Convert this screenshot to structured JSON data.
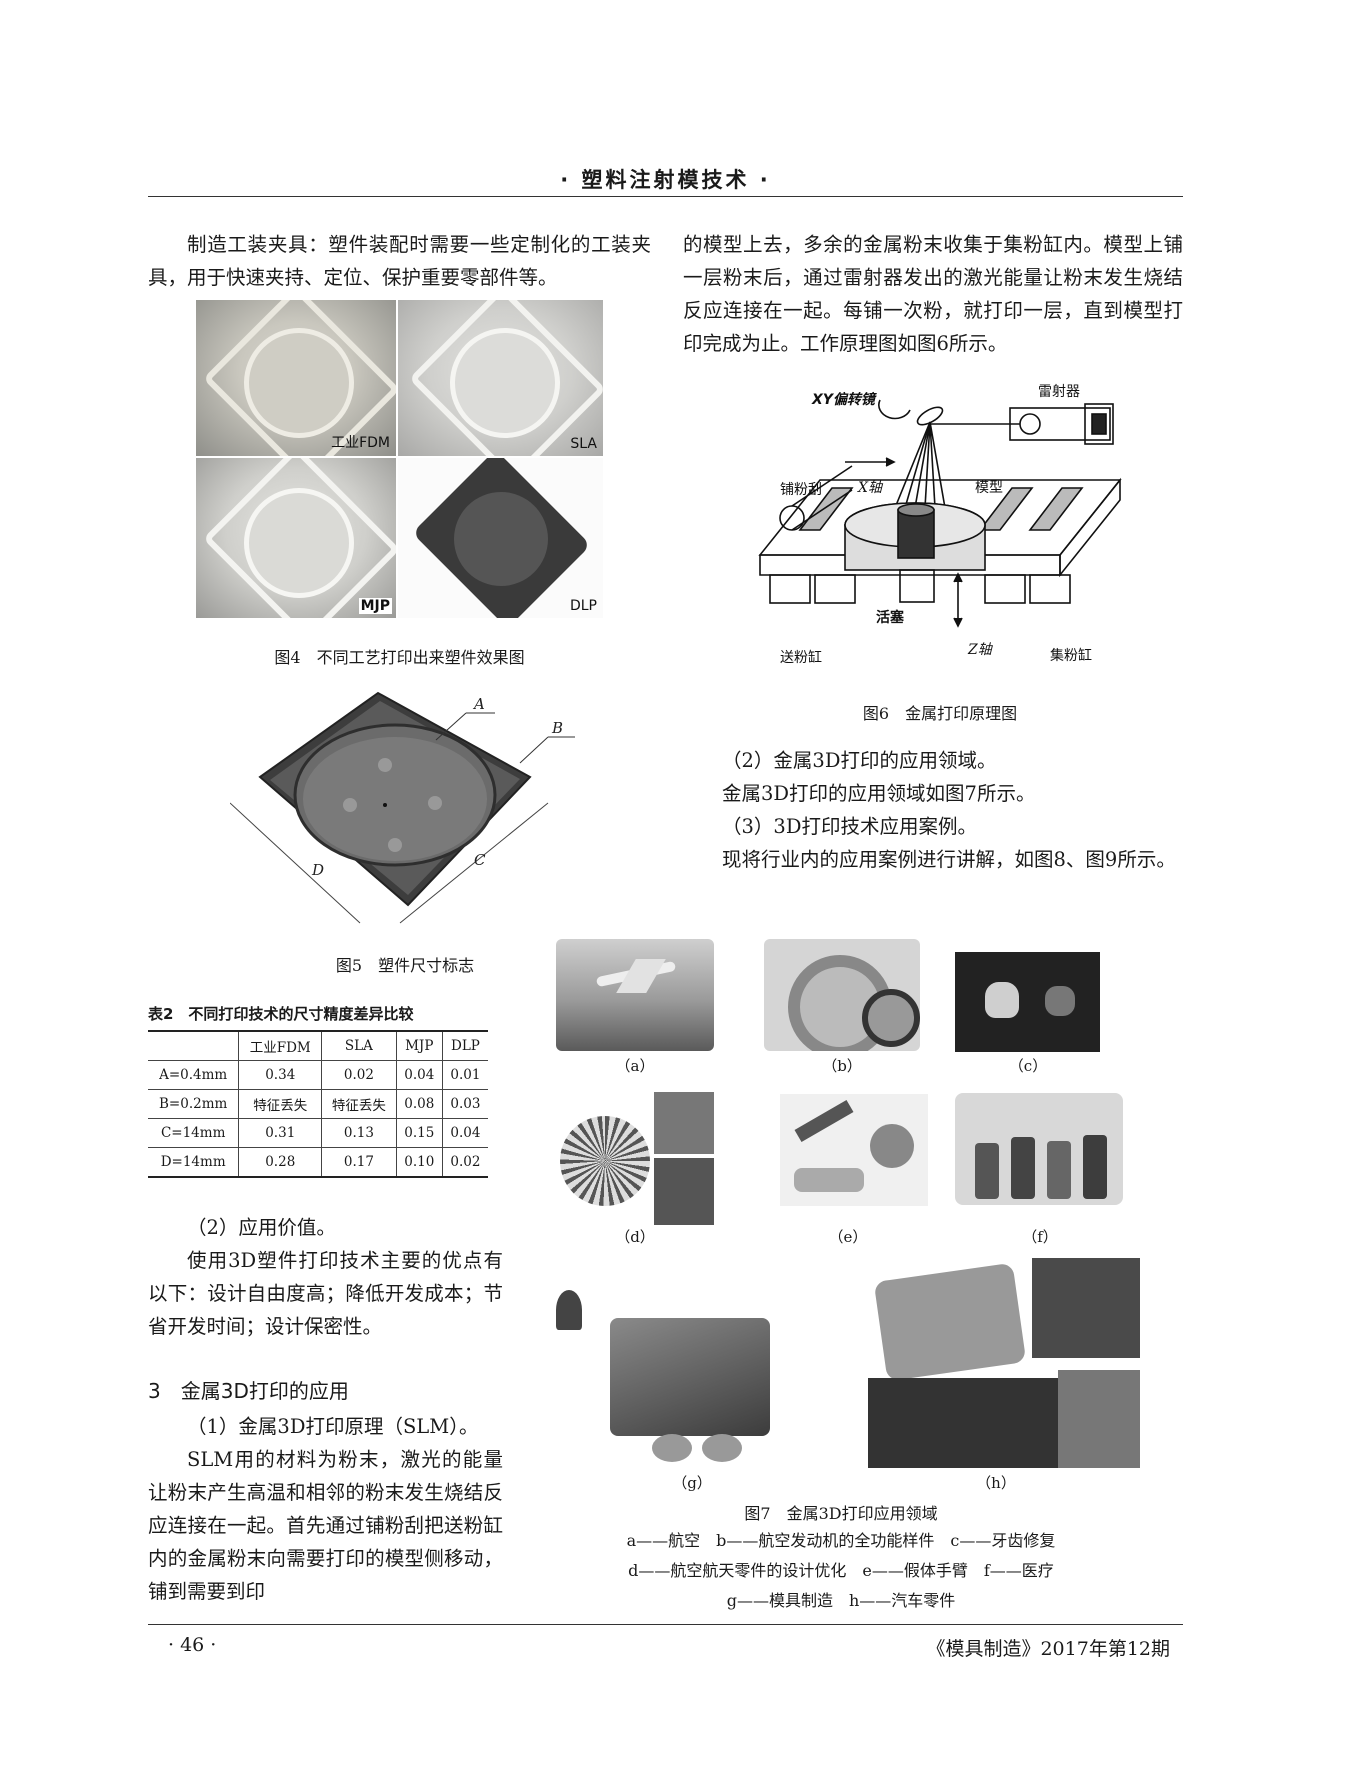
{
  "header": {
    "title": "· 塑料注射模技术 ·"
  },
  "left_col": {
    "p1": "制造工装夹具：塑件装配时需要一些定制化的工装夹具，用于快速夹持、定位、保护重要零部件等。",
    "fig4": {
      "labels": [
        "工业FDM",
        "SLA",
        "MJP",
        "DLP"
      ],
      "caption": "图4　不同工艺打印出来塑件效果图"
    },
    "fig5": {
      "labels": [
        "A",
        "B",
        "C",
        "D"
      ],
      "caption": "图5　塑件尺寸标志"
    },
    "table2": {
      "title": "表2　不同打印技术的尺寸精度差异比较",
      "header": [
        "",
        "工业FDM",
        "SLA",
        "MJP",
        "DLP"
      ],
      "rows": [
        [
          "A=0.4mm",
          "0.34",
          "0.02",
          "0.04",
          "0.01"
        ],
        [
          "B=0.2mm",
          "特征丢失",
          "特征丢失",
          "0.08",
          "0.03"
        ],
        [
          "C=14mm",
          "0.31",
          "0.13",
          "0.15",
          "0.04"
        ],
        [
          "D=14mm",
          "0.28",
          "0.17",
          "0.10",
          "0.02"
        ]
      ]
    },
    "p_value_head": "（2）应用价值。",
    "p_value": "使用3D塑件打印技术主要的优点有以下：设计自由度高；降低开发成本；节省开发时间；设计保密性。",
    "section3": "3　金属3D打印的应用",
    "p_slm_head": "（1）金属3D打印原理（SLM）。",
    "p_slm": "SLM用的材料为粉末，激光的能量让粉末产生高温和相邻的粉末发生烧结反应连接在一起。首先通过铺粉刮把送粉缸内的金属粉末向需要打印的模型侧移动，铺到需要到印"
  },
  "right_col": {
    "p1": "的模型上去，多余的金属粉末收集于集粉缸内。模型上铺一层粉末后，通过雷射器发出的激光能量让粉末发生烧结反应连接在一起。每铺一次粉，就打印一层，直到模型打印完成为止。工作原理图如图6所示。",
    "fig6": {
      "labels": {
        "mirror": "XY偏转镜",
        "laser": "雷射器",
        "scraper": "铺粉刮",
        "xaxis": "X轴",
        "model": "模型",
        "piston": "活塞",
        "zaxis": "Z轴",
        "feed": "送粉缸",
        "collect": "集粉缸"
      },
      "caption": "图6　金属打印原理图"
    },
    "p2": "（2）金属3D打印的应用领域。",
    "p3": "金属3D打印的应用领域如图7所示。",
    "p4": "（3）3D打印技术应用案例。",
    "p5": "现将行业内的应用案例进行讲解，如图8、图9所示。"
  },
  "fig7": {
    "sub_labels": [
      "（a）",
      "（b）",
      "（c）",
      "（d）",
      "（e）",
      "（f）",
      "（g）",
      "（h）"
    ],
    "caption": "图7　金属3D打印应用领域",
    "legend": [
      "a——航空　b——航空发动机的全功能样件　c——牙齿修复",
      "d——航空航天零件的设计优化　e——假体手臂　f——医疗",
      "g——模具制造　h——汽车零件"
    ]
  },
  "footer": {
    "page": "· 46 ·",
    "journal": "《模具制造》2017年第12期"
  }
}
